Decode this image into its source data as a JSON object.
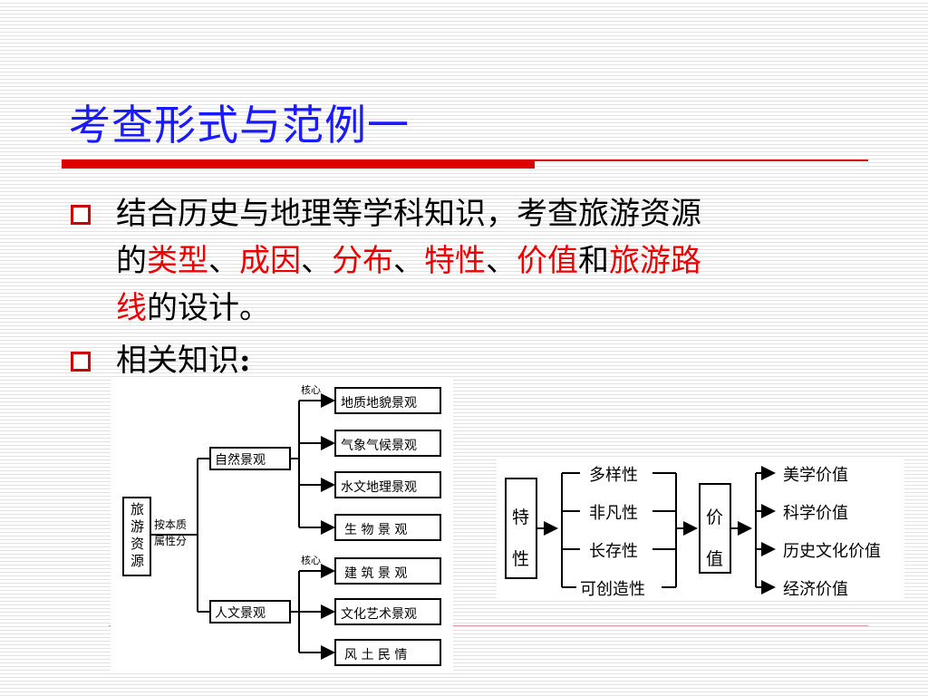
{
  "title": "考查形式与范例一",
  "bullets": [
    {
      "lines": [
        [
          {
            "t": "结合历史与地理等学科知识，考查旅游资源",
            "red": false
          }
        ],
        [
          {
            "t": "的",
            "red": false
          },
          {
            "t": "类型",
            "red": true
          },
          {
            "t": "、",
            "red": false
          },
          {
            "t": "成因",
            "red": true
          },
          {
            "t": "、",
            "red": false
          },
          {
            "t": "分布",
            "red": true
          },
          {
            "t": "、",
            "red": false
          },
          {
            "t": "特性",
            "red": true
          },
          {
            "t": "、",
            "red": false
          },
          {
            "t": "价值",
            "red": true
          },
          {
            "t": "和",
            "red": false
          },
          {
            "t": "旅游路",
            "red": true
          }
        ],
        [
          {
            "t": "线",
            "red": true
          },
          {
            "t": "的设计。",
            "red": false
          }
        ]
      ]
    },
    {
      "text": "相关知识",
      "colon": ":"
    }
  ],
  "diagram_left": {
    "root": "旅游资源",
    "root_chars": [
      "旅",
      "游",
      "资",
      "源"
    ],
    "criterion_lines": [
      "按本质",
      "属性分"
    ],
    "core_label": "核心",
    "categories": [
      {
        "name": "自然景观",
        "items": [
          "地质地貌景观",
          "气象气候景观",
          "水文地理景观",
          "生 物 景 观"
        ]
      },
      {
        "name": "人文景观",
        "items": [
          "建 筑 景 观",
          "文化艺术景观",
          "风 土 民 情"
        ]
      }
    ]
  },
  "diagram_right": {
    "traits_label_chars": [
      "特",
      "性"
    ],
    "traits": [
      "多样性",
      "非凡性",
      "长存性",
      "可创造性"
    ],
    "value_label_chars": [
      "价",
      "值"
    ],
    "values": [
      "美学价值",
      "科学价值",
      "历史文化价值",
      "经济价值"
    ]
  },
  "colors": {
    "title": "#1a1aff",
    "accent_red": "#dd0000",
    "emphasis": "#ee0000"
  }
}
